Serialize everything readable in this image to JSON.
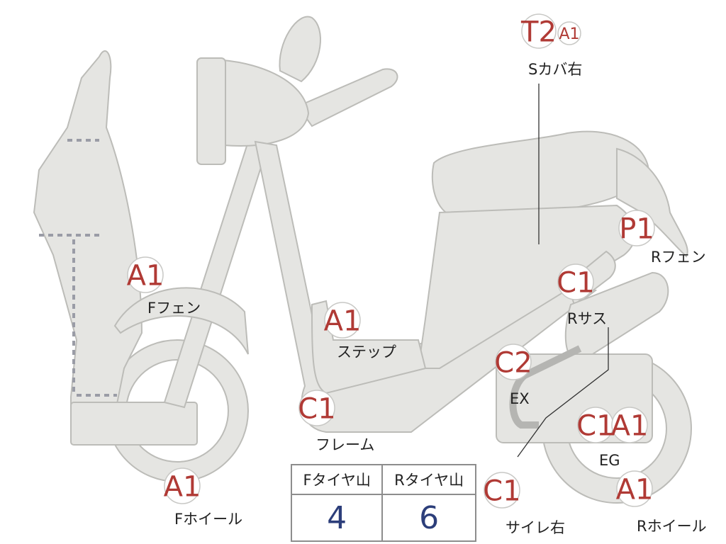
{
  "colors": {
    "body_fill": "#e5e5e2",
    "body_stroke": "#bcbcb8",
    "badge_text": "#b03a35",
    "tread_value": "#2c3e7a",
    "dashed": "#9a9ca6"
  },
  "parts": [
    {
      "key": "scover_r",
      "label": "Sカバ右",
      "grades": [
        "T2",
        "A1"
      ]
    },
    {
      "key": "f_fender",
      "label": "Fフェン",
      "grades": [
        "A1"
      ]
    },
    {
      "key": "r_fender",
      "label": "Rフェン",
      "grades": [
        "P1"
      ]
    },
    {
      "key": "r_sus",
      "label": "Rサス",
      "grades": [
        "C1"
      ]
    },
    {
      "key": "step",
      "label": "ステップ",
      "grades": [
        "A1"
      ]
    },
    {
      "key": "ex",
      "label": "EX",
      "grades": [
        "C2"
      ]
    },
    {
      "key": "frame",
      "label": "フレーム",
      "grades": [
        "C1"
      ]
    },
    {
      "key": "eg",
      "label": "EG",
      "grades": [
        "C1",
        "A1"
      ]
    },
    {
      "key": "f_wheel",
      "label": "Fホイール",
      "grades": [
        "A1"
      ]
    },
    {
      "key": "muffler_r",
      "label": "サイレ右",
      "grades": [
        "C1"
      ]
    },
    {
      "key": "r_wheel",
      "label": "Rホイール",
      "grades": [
        "A1"
      ]
    }
  ],
  "tire_table": {
    "headers": [
      "Fタイヤ山",
      "Rタイヤ山"
    ],
    "values": [
      "4",
      "6"
    ]
  }
}
